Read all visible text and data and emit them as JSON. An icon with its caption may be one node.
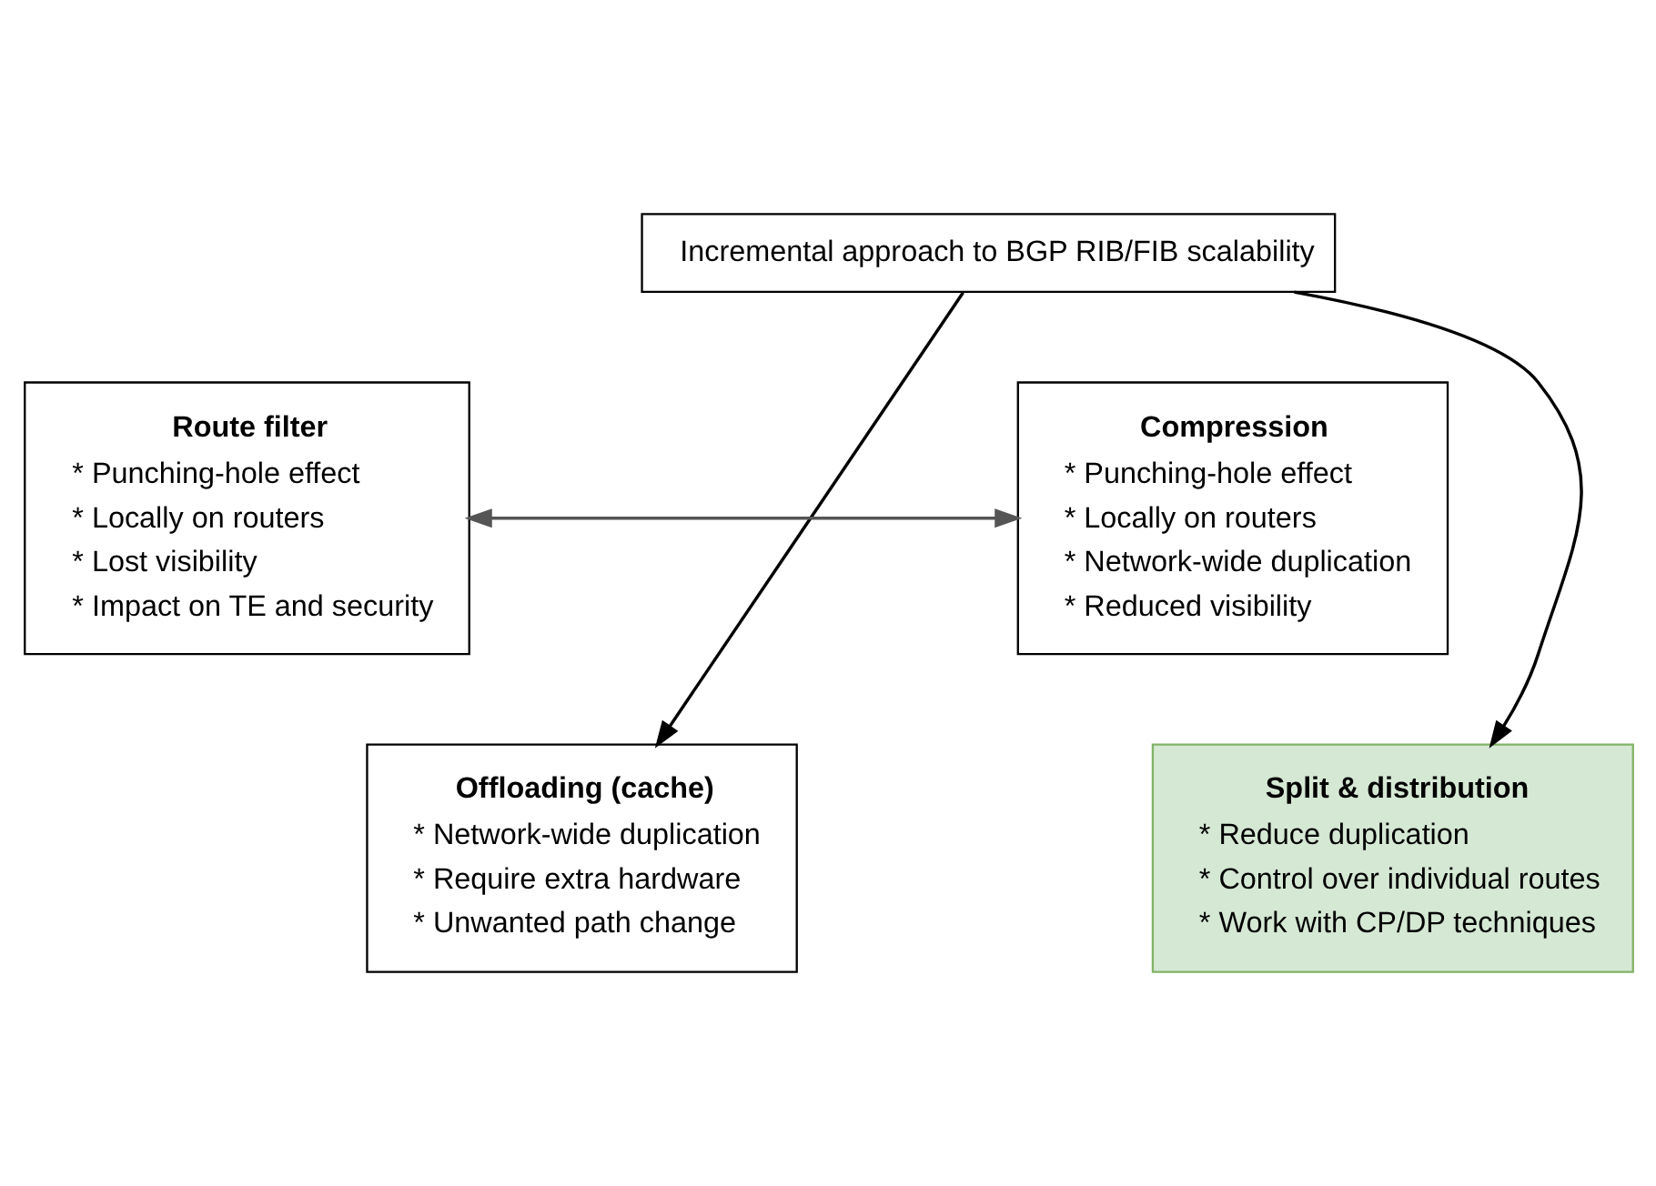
{
  "diagram": {
    "nodes": [
      {
        "text": [
          "Incremental approach to BGP RIB/FIB scalability"
        ]
      },
      {
        "text": [
          "Route filter",
          "* Punching-hole effect",
          "* Locally on routers",
          "* Lost visibility",
          "* Impact on TE and security"
        ]
      },
      {
        "text": [
          "Compression",
          "* Punching-hole effect",
          "* Locally on routers",
          "* Network-wide duplication",
          "* Reduced visibility"
        ]
      },
      {
        "text": [
          "Offloading (cache)",
          "* Network-wide duplication",
          "* Require extra hardware",
          "* Unwanted path change"
        ]
      },
      {
        "text": [
          "Split & distribution",
          "* Reduce duplication",
          "* Control over individual routes",
          "* Work with CP/DP techniques"
        ]
      }
    ],
    "edges": [
      {
        "from": 1,
        "to": 2,
        "arrow": "both",
        "color": "#555555"
      },
      {
        "from": 0,
        "to": 3,
        "arrow": "to"
      },
      {
        "from": 0,
        "to": 4,
        "arrow": "to"
      }
    ]
  }
}
